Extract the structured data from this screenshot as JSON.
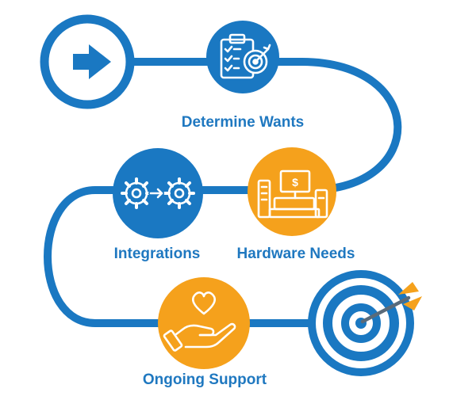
{
  "diagram": {
    "colors": {
      "path": "#1a78c2",
      "blue_node": "#1a78c2",
      "orange_node": "#f5a11c",
      "icon_stroke": "#ffffff",
      "label_text": "#1f78c0",
      "arrow_fletching": "#f5a11c",
      "arrow_shaft": "#5a6b7a"
    },
    "steps": [
      {
        "id": "start",
        "kind": "start",
        "icon": "arrow-right-icon",
        "label": ""
      },
      {
        "id": "wants",
        "kind": "step",
        "icon": "clipboard-target-icon",
        "label": "Determine Wants"
      },
      {
        "id": "hardware",
        "kind": "step",
        "icon": "cash-register-icon",
        "label": "Hardware Needs"
      },
      {
        "id": "integrations",
        "kind": "step",
        "icon": "gears-icon",
        "label": "Integrations"
      },
      {
        "id": "support",
        "kind": "step",
        "icon": "hand-heart-icon",
        "label": "Ongoing Support"
      },
      {
        "id": "goal",
        "kind": "goal",
        "icon": "target-arrow-icon",
        "label": ""
      }
    ]
  }
}
